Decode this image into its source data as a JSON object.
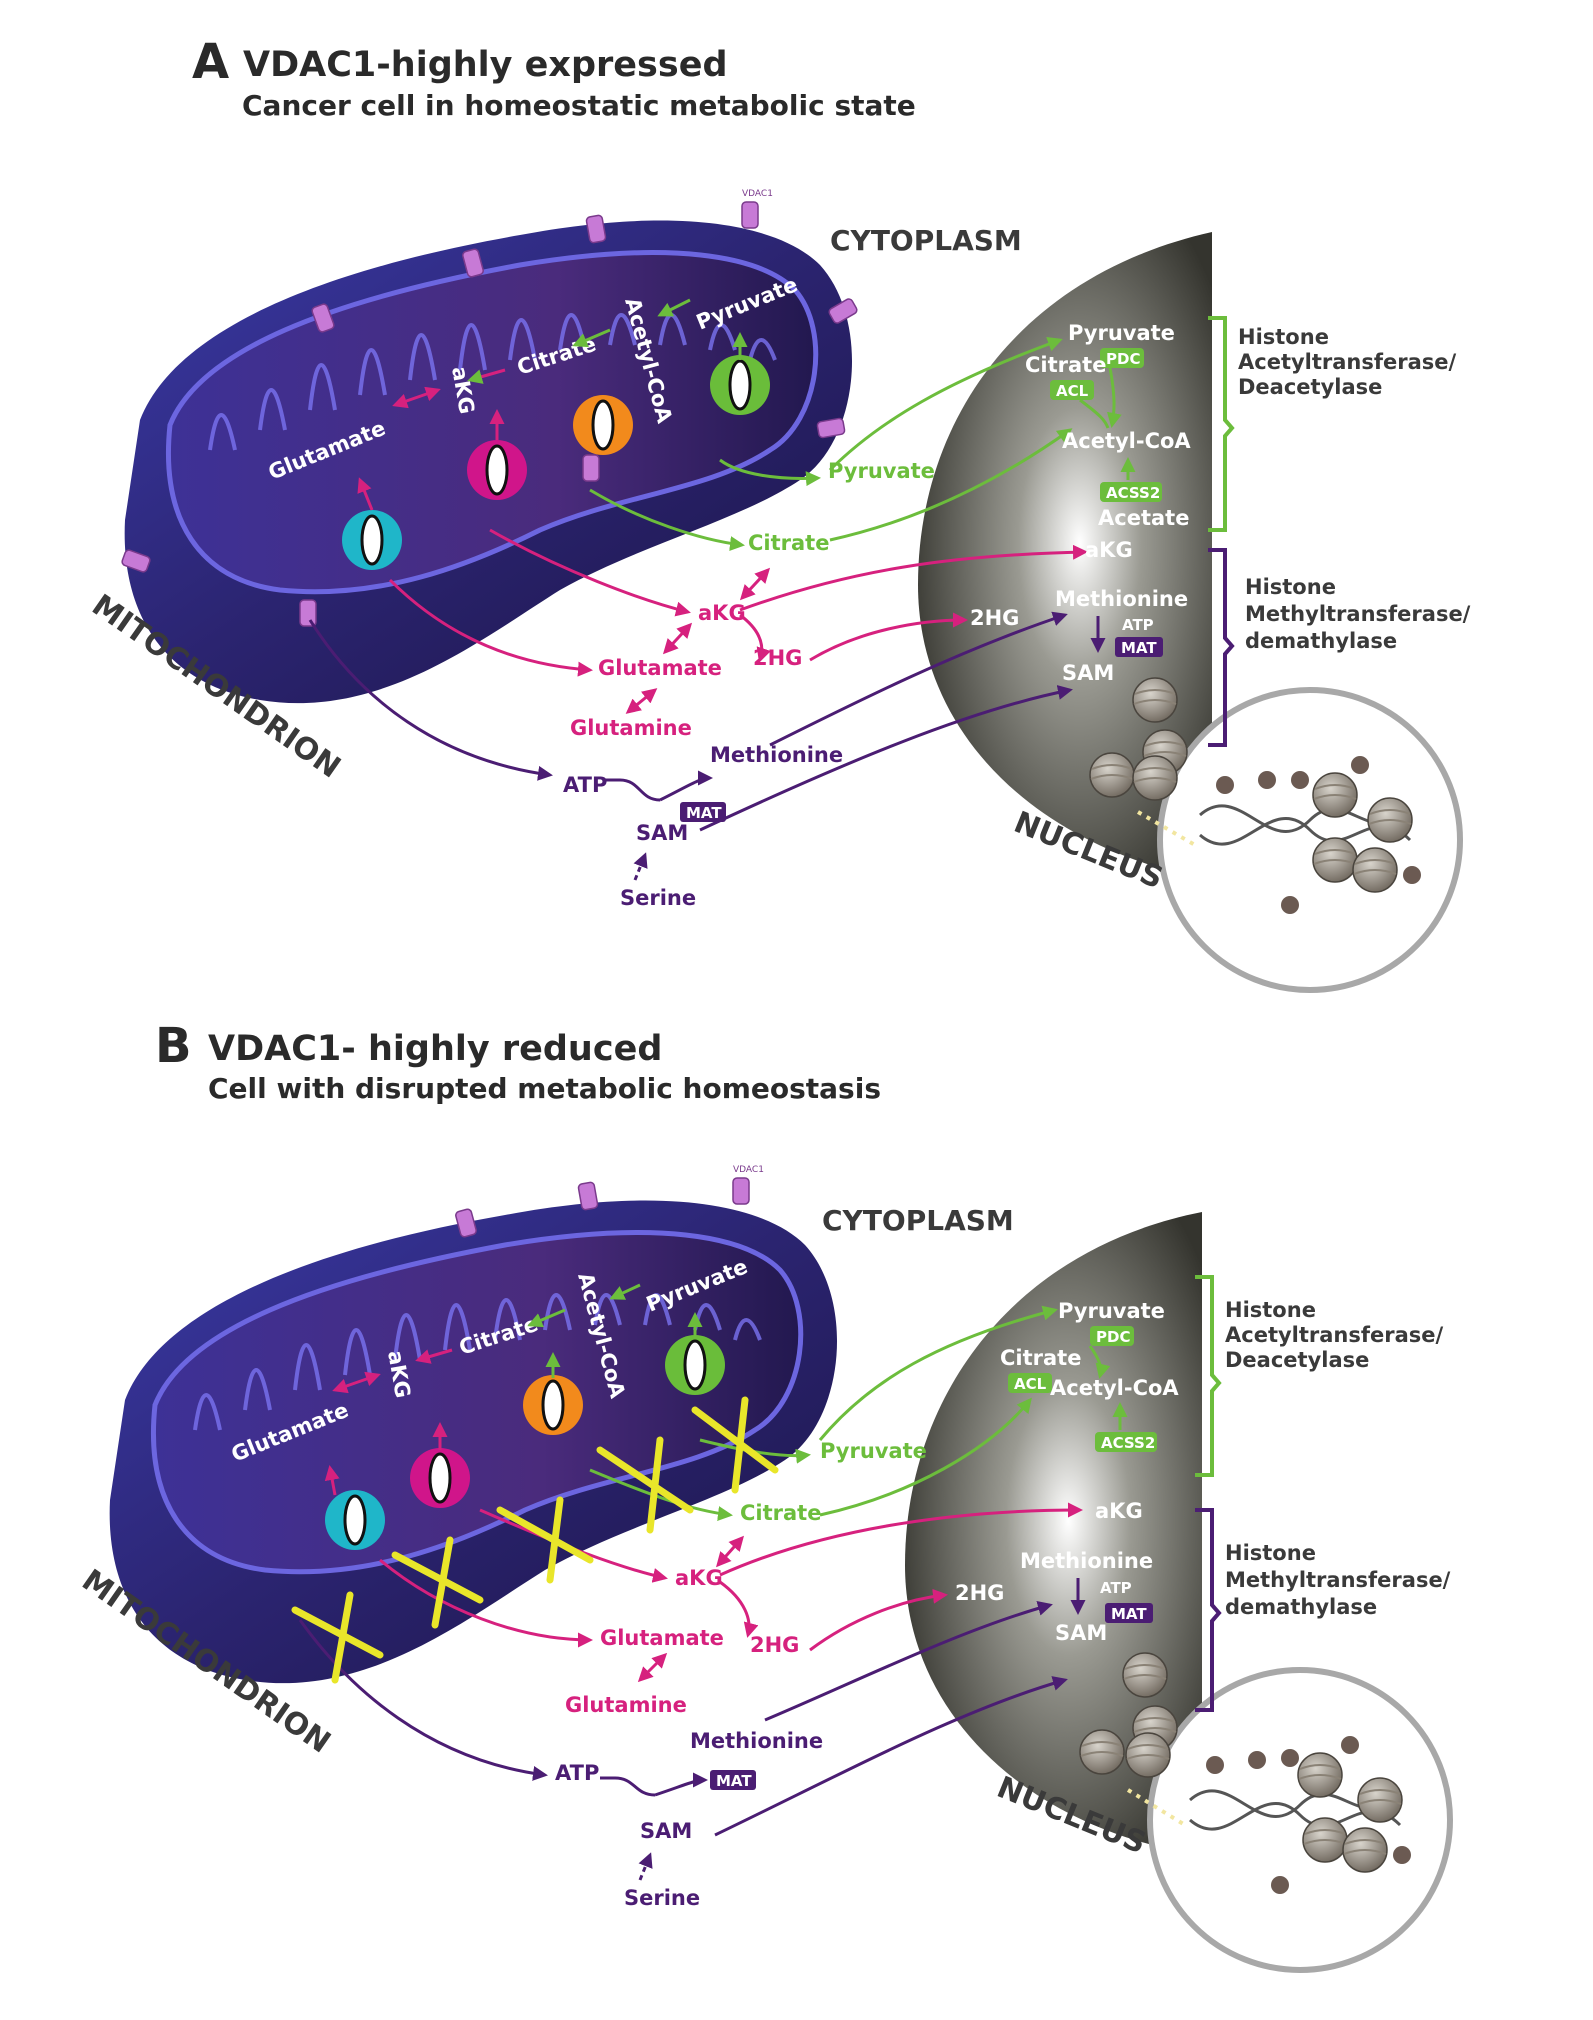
{
  "colors": {
    "green": "#6cbd3c",
    "magenta": "#d6217e",
    "purple": "#4b1d73",
    "yellow": "#e9e62a",
    "mito_body": "#2e2a86",
    "mito_rim": "#4a44c0",
    "nucleus_dark": "#3a3a33",
    "cyan": "#1fb6c9",
    "orange": "#f28a1c",
    "pink_channel": "#d0158a",
    "green_channel": "#6abd3a"
  },
  "icons": [
    "vdac1-channel-icon",
    "channel-protein-icon",
    "nucleosome-icon",
    "dna-helix-icon",
    "block-x-icon"
  ],
  "panels": [
    {
      "letter": "A",
      "title": "VDAC1-highly expressed",
      "subtitle": "Cancer cell in homeostatic metabolic state",
      "cytoplasm": "CYTOPLASM",
      "mitochondrion": "MITOCHONDRION",
      "nucleus": "NUCLEUS",
      "vdac_tag": "VDAC1",
      "mito_labels": {
        "pyruvate": "Pyruvate",
        "acetyl_coa": "Acetyl-CoA",
        "citrate": "Citrate",
        "akg": "aKG",
        "glutamate": "Glutamate"
      },
      "cyto_labels": {
        "pyruvate": "Pyruvate",
        "citrate": "Citrate",
        "akg": "aKG",
        "two_hg": "2HG",
        "glutamate": "Glutamate",
        "glutamine": "Glutamine",
        "methionine": "Methionine",
        "atp": "ATP",
        "mat": "MAT",
        "sam": "SAM",
        "serine": "Serine"
      },
      "nuc_labels": {
        "pyruvate": "Pyruvate",
        "pdc": "PDC",
        "citrate": "Citrate",
        "acl": "ACL",
        "acetyl_coa": "Acetyl-CoA",
        "acss2": "ACSS2",
        "acetate": "Acetate",
        "akg": "aKG",
        "two_hg": "2HG",
        "methionine": "Methionine",
        "atp": "ATP",
        "mat": "MAT",
        "sam": "SAM"
      },
      "bracket_top": [
        "Histone",
        "Acetyltransferase/",
        "Deacetylase"
      ],
      "bracket_bottom": [
        "Histone",
        "Methyltransferase/",
        "demathylase"
      ]
    },
    {
      "letter": "B",
      "title": "VDAC1- highly reduced",
      "subtitle": "Cell with disrupted metabolic homeostasis",
      "cytoplasm": "CYTOPLASM",
      "mitochondrion": "MITOCHONDRION",
      "nucleus": "NUCLEUS",
      "vdac_tag": "VDAC1",
      "mito_labels": {
        "pyruvate": "Pyruvate",
        "acetyl_coa": "Acetyl-CoA",
        "citrate": "Citrate",
        "akg": "aKG",
        "glutamate": "Glutamate"
      },
      "cyto_labels": {
        "pyruvate": "Pyruvate",
        "citrate": "Citrate",
        "akg": "aKG",
        "two_hg": "2HG",
        "glutamate": "Glutamate",
        "glutamine": "Glutamine",
        "methionine": "Methionine",
        "atp": "ATP",
        "mat": "MAT",
        "sam": "SAM",
        "serine": "Serine"
      },
      "nuc_labels": {
        "pyruvate": "Pyruvate",
        "pdc": "PDC",
        "citrate": "Citrate",
        "acl": "ACL",
        "acetyl_coa": "Acetyl-CoA",
        "acss2": "ACSS2",
        "akg": "aKG",
        "two_hg": "2HG",
        "methionine": "Methionine",
        "atp": "ATP",
        "mat": "MAT",
        "sam": "SAM"
      },
      "bracket_top": [
        "Histone",
        "Acetyltransferase/",
        "Deacetylase"
      ],
      "bracket_bottom": [
        "Histone",
        "Methyltransferase/",
        "demathylase"
      ]
    }
  ]
}
